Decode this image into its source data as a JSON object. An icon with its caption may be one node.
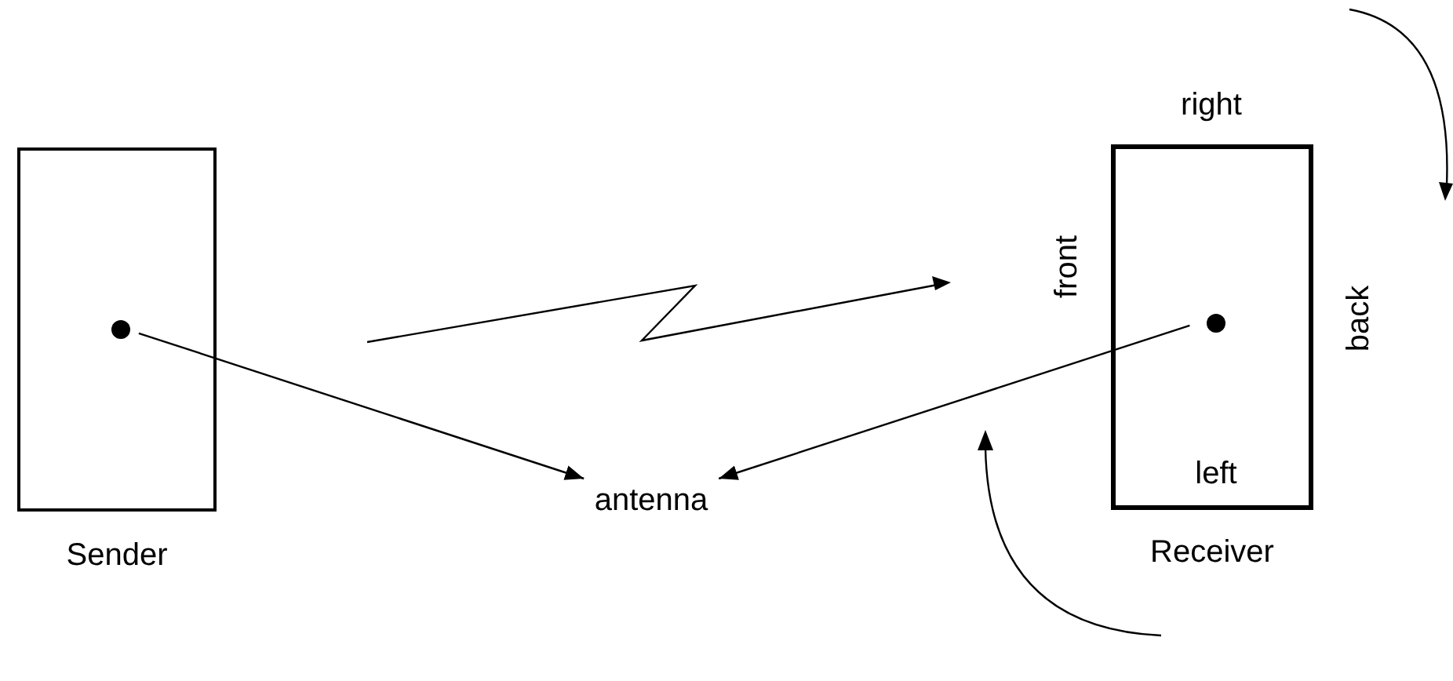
{
  "diagram": {
    "nodes": [
      {
        "text": [
          "Sender"
        ]
      },
      {
        "text": [],
        "shape": "circle",
        "in": 0
      },
      {
        "text": [
          "antenna"
        ]
      },
      {
        "text": [
          "Receiver"
        ]
      },
      {
        "text": [],
        "shape": "circle",
        "in": 3
      }
    ],
    "edges": [
      {
        "from": 1,
        "to": 2,
        "arrow": "to"
      },
      {
        "from": 4,
        "to": 2,
        "arrow": "to"
      }
    ],
    "labels": [
      "right",
      "front",
      "back",
      "left"
    ]
  }
}
